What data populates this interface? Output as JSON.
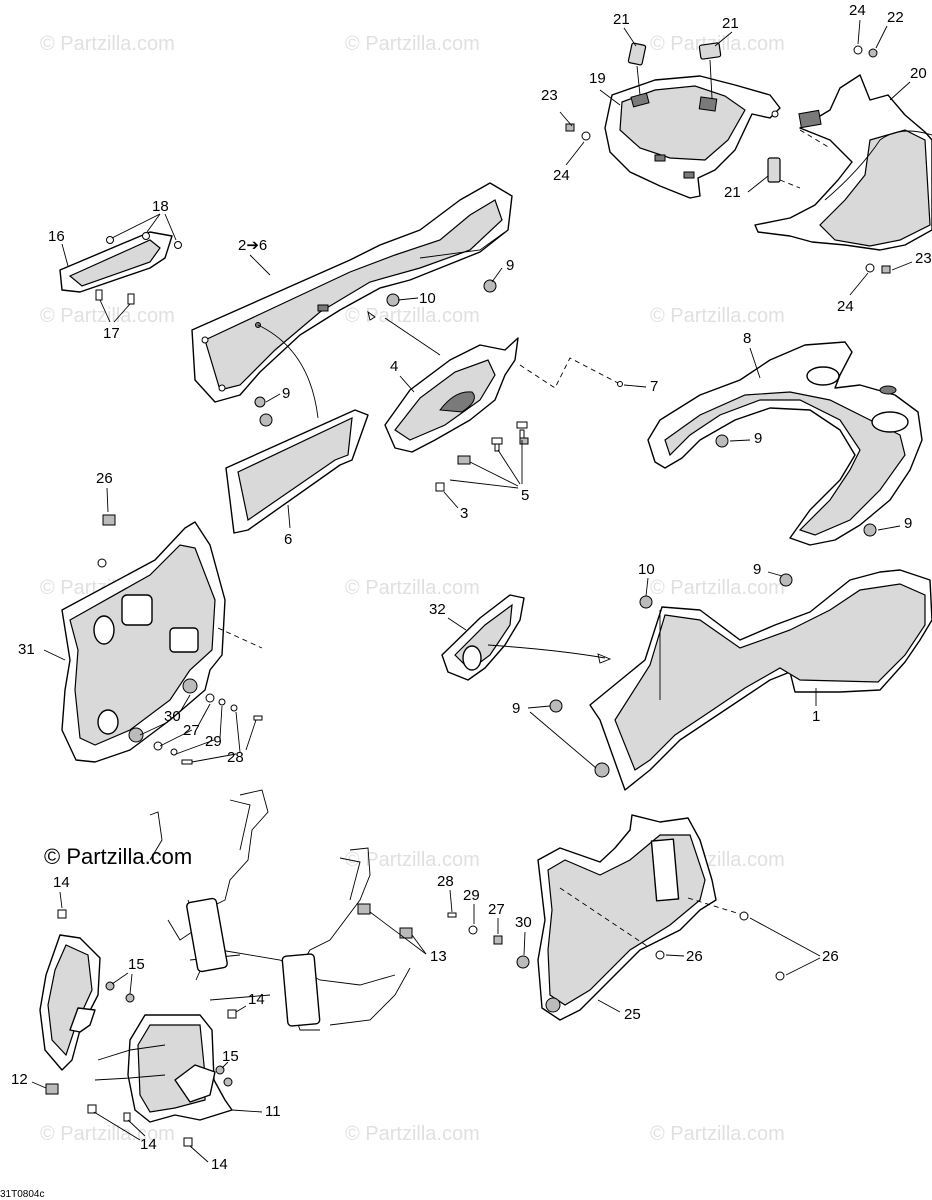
{
  "watermark": {
    "text": "© Partzilla.com",
    "prominent_text": "© Partzilla.com"
  },
  "drawing_code": "31T0804c",
  "callouts": {
    "c21a": "21",
    "c21b": "21",
    "c24a": "24",
    "c22": "22",
    "c23a": "23",
    "c19": "19",
    "c20": "20",
    "c24b": "24",
    "c21c": "21",
    "c23b": "23",
    "c24c": "24",
    "c18": "18",
    "c16": "16",
    "c17": "17",
    "c2to6": "2➔6",
    "c9a": "9",
    "c10a": "10",
    "c9b": "9",
    "c4": "4",
    "c7": "7",
    "c8": "8",
    "c9c": "9",
    "c6": "6",
    "c5": "5",
    "c3": "3",
    "c9d": "9",
    "c26a": "26",
    "c31": "31",
    "c30a": "30",
    "c27a": "27",
    "c29a": "29",
    "c28a": "28",
    "c32": "32",
    "c10b": "10",
    "c9e": "9",
    "c9f": "9",
    "c1": "1",
    "c14a": "14",
    "c15a": "15",
    "c14b": "14",
    "c15b": "15",
    "c12": "12",
    "c11": "11",
    "c14c": "14",
    "c14d": "14",
    "c13": "13",
    "c28b": "28",
    "c29b": "29",
    "c27b": "27",
    "c30b": "30",
    "c26b": "26",
    "c26c": "26",
    "c25": "25"
  }
}
